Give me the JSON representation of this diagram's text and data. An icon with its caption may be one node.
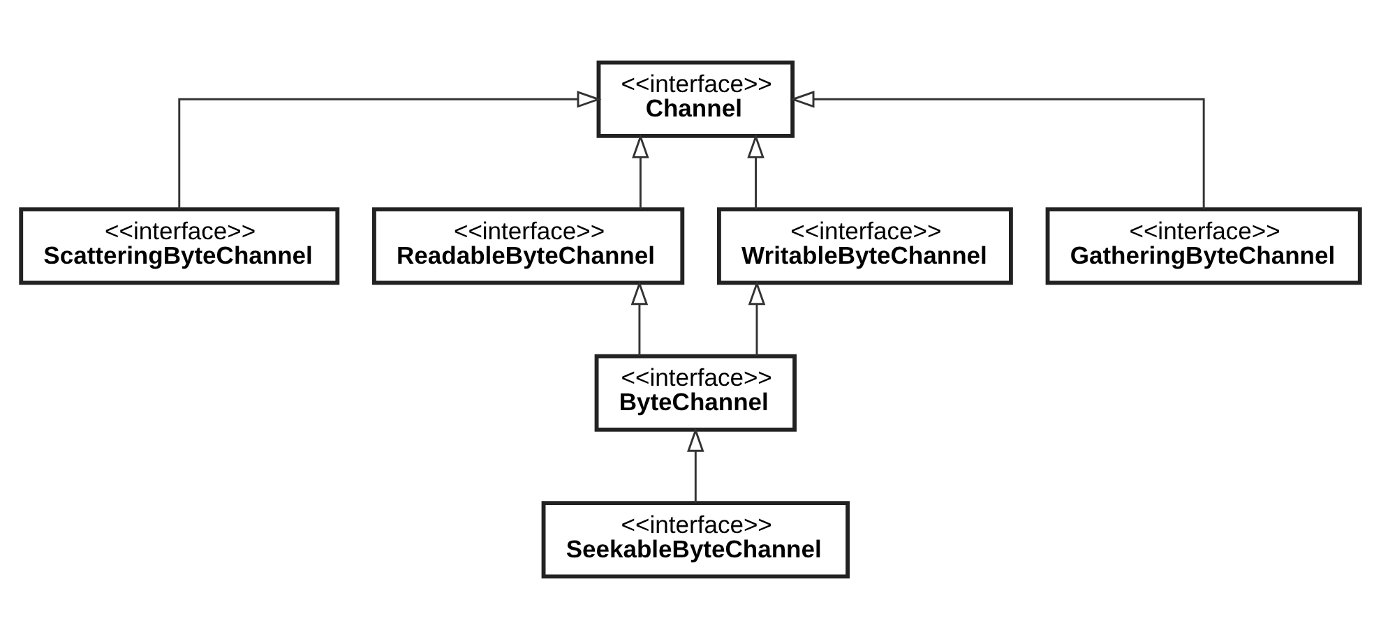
{
  "diagram": {
    "nodes": [
      {
        "text": [
          "<<interface>>",
          "Channel"
        ]
      },
      {
        "text": [
          "<<interface>>",
          "ScatteringByteChannel"
        ]
      },
      {
        "text": [
          "<<interface>>",
          "ReadableByteChannel"
        ]
      },
      {
        "text": [
          "<<interface>>",
          "WritableByteChannel"
        ]
      },
      {
        "text": [
          "<<interface>>",
          "GatheringByteChannel"
        ]
      },
      {
        "text": [
          "<<interface>>",
          "ByteChannel"
        ]
      },
      {
        "text": [
          "<<interface>>",
          "SeekableByteChannel"
        ]
      }
    ],
    "edges": [
      {
        "from": 1,
        "to": 0,
        "arrow": "to"
      },
      {
        "from": 2,
        "to": 0,
        "arrow": "to"
      },
      {
        "from": 3,
        "to": 0,
        "arrow": "to"
      },
      {
        "from": 4,
        "to": 0,
        "arrow": "to"
      },
      {
        "from": 5,
        "to": 2,
        "arrow": "to"
      },
      {
        "from": 5,
        "to": 3,
        "arrow": "to"
      },
      {
        "from": 6,
        "to": 5,
        "arrow": "to"
      }
    ]
  }
}
